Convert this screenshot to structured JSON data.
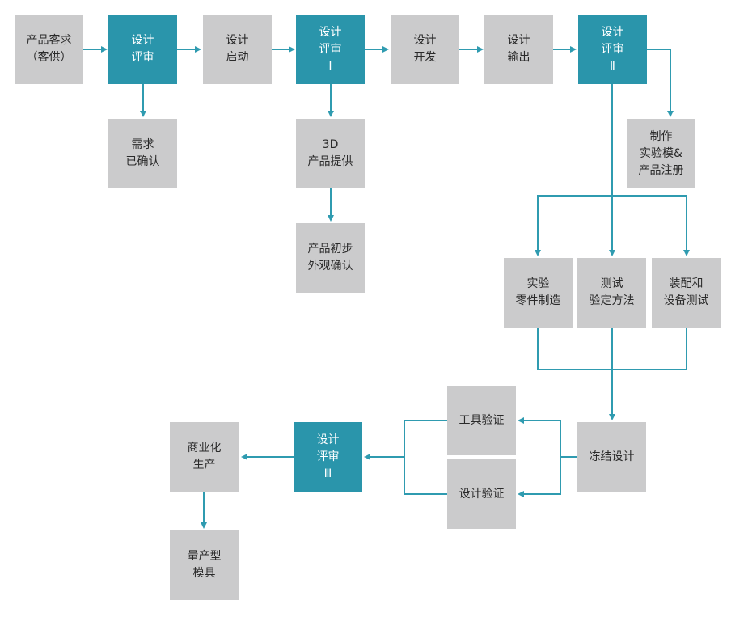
{
  "colors": {
    "box": "#cbcbcc",
    "highlight": "#2a95ab",
    "highlight_text": "#ffffff",
    "arrow": "#2f9bb0",
    "text": "#2a2a2a"
  },
  "nodes": {
    "product_requirement": "产品客求\n（客供）",
    "design_review": "设计\n评审",
    "design_kickoff": "设计\n启动",
    "design_review_1": "设计\n评审\nⅠ",
    "design_development": "设计\n开发",
    "design_output": "设计\n输出",
    "design_review_2": "设计\n评审\nⅡ",
    "requirement_confirmed": "需求\n已确认",
    "provide_3d": "3D\n产品提供",
    "initial_appearance": "产品初步\n外观确认",
    "prototype_registration": "制作\n实验模&\n产品注册",
    "experimental_parts": "实验\n零件制造",
    "test_method": "测试\n验定方法",
    "assembly_test": "装配和\n设备测试",
    "design_freeze": "冻结设计",
    "tool_verification": "工具验证",
    "design_verification": "设计验证",
    "design_review_3": "设计\n评审\nⅢ",
    "commercial_production": "商业化\n生产",
    "mass_production_mold": "量产型\n模具"
  }
}
